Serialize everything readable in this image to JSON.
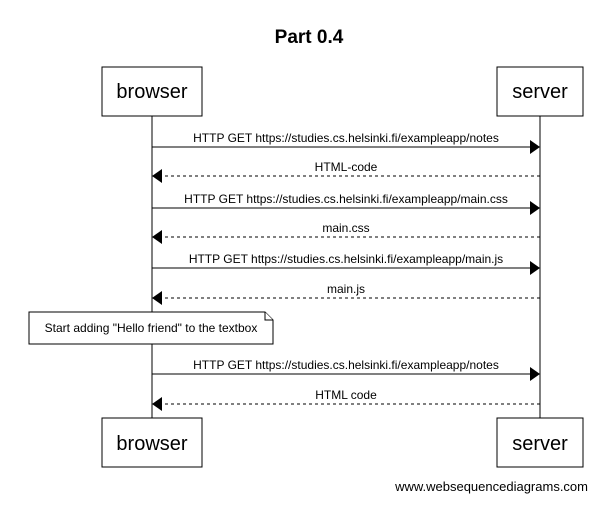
{
  "title": "Part 0.4",
  "actors": {
    "left": "browser",
    "right": "server"
  },
  "messages": [
    {
      "label": "HTTP GET https://studies.cs.helsinki.fi/exampleapp/notes",
      "direction": "right",
      "style": "solid"
    },
    {
      "label": "HTML-code",
      "direction": "left",
      "style": "dashed"
    },
    {
      "label": "HTTP GET https://studies.cs.helsinki.fi/exampleapp/main.css",
      "direction": "right",
      "style": "solid"
    },
    {
      "label": "main.css",
      "direction": "left",
      "style": "dashed"
    },
    {
      "label": "HTTP GET https://studies.cs.helsinki.fi/exampleapp/main.js",
      "direction": "right",
      "style": "solid"
    },
    {
      "label": "main.js",
      "direction": "left",
      "style": "dashed"
    },
    {
      "label": "HTTP GET https://studies.cs.helsinki.fi/exampleapp/notes",
      "direction": "right",
      "style": "solid"
    },
    {
      "label": "HTML code",
      "direction": "left",
      "style": "dashed"
    }
  ],
  "note": "Start adding \"Hello friend\" to the textbox",
  "footer": "www.websequencediagrams.com"
}
